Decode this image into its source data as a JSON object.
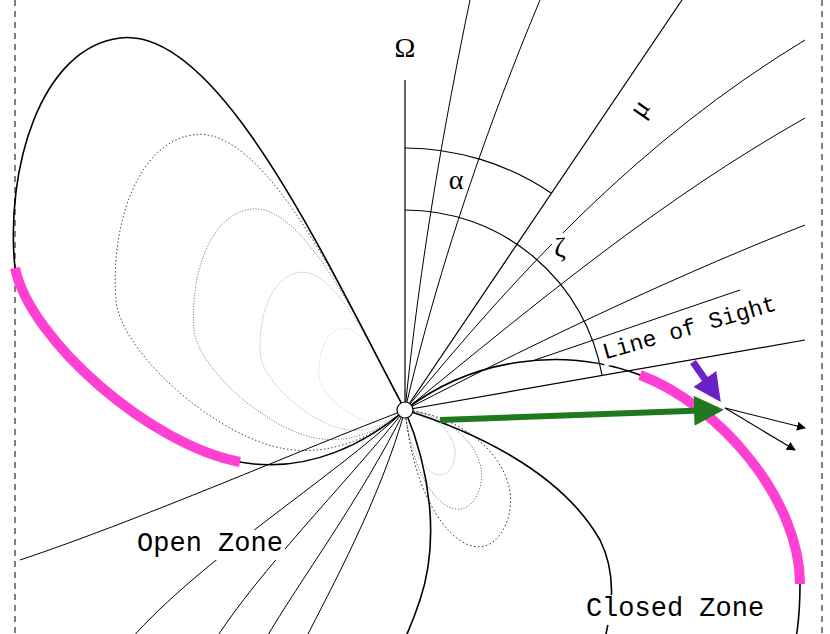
{
  "diagram": {
    "labels": [
      "Ω",
      "α",
      "μ",
      "ζ",
      "Line of Sight",
      "Open Zone",
      "Closed Zone"
    ]
  }
}
